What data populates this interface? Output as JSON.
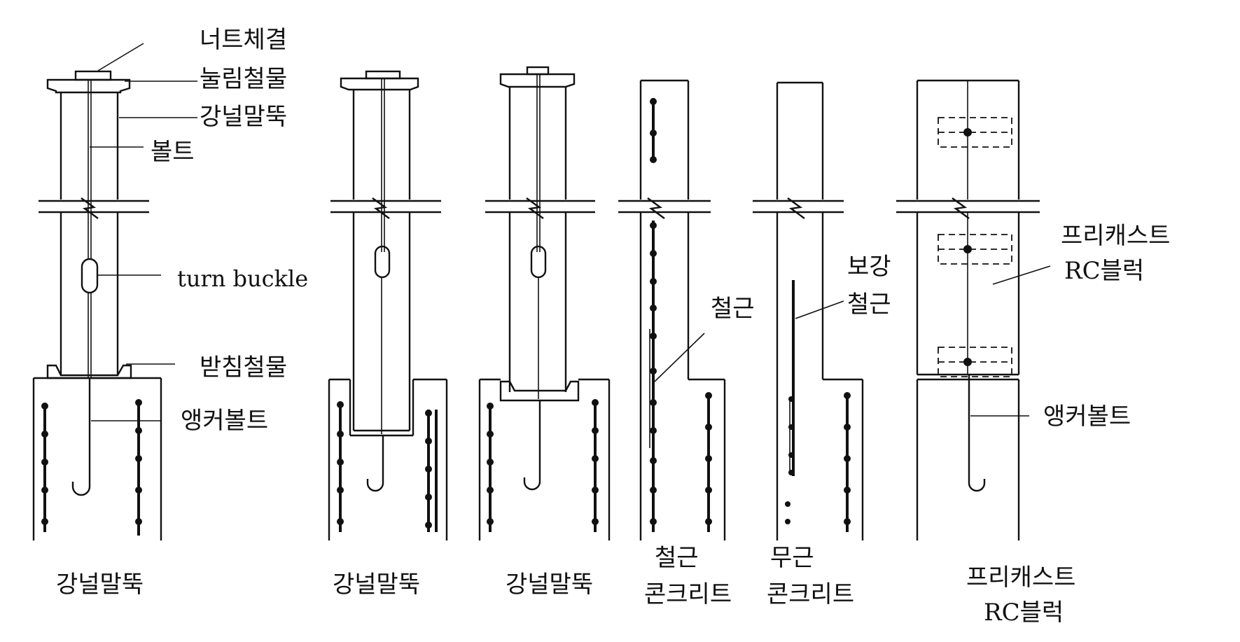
{
  "labels": {
    "nut": "너트체결",
    "press_plate": "눌림철물",
    "sheet_pile": "강널말뚝",
    "bolt": "볼트",
    "turn_buckle": "turn buckle",
    "support_plate": "받침철물",
    "anchor_bolt_left": "앵커볼트",
    "rebar": "철근",
    "reinforcing_line1": "보강",
    "reinforcing_line2": "철근",
    "precast_line1": "프리캐스트",
    "precast_line2": "RC블럭",
    "anchor_bolt_right": "앵커볼트"
  },
  "captions": [
    {
      "line1": "강널말뚝"
    },
    {
      "line1": "강널말뚝"
    },
    {
      "line1": "강널말뚝"
    },
    {
      "line1": "철근",
      "line2": "콘크리트"
    },
    {
      "line1": "무근",
      "line2": "콘크리트"
    },
    {
      "line1": "프리캐스트",
      "line2": "RC블럭"
    }
  ]
}
